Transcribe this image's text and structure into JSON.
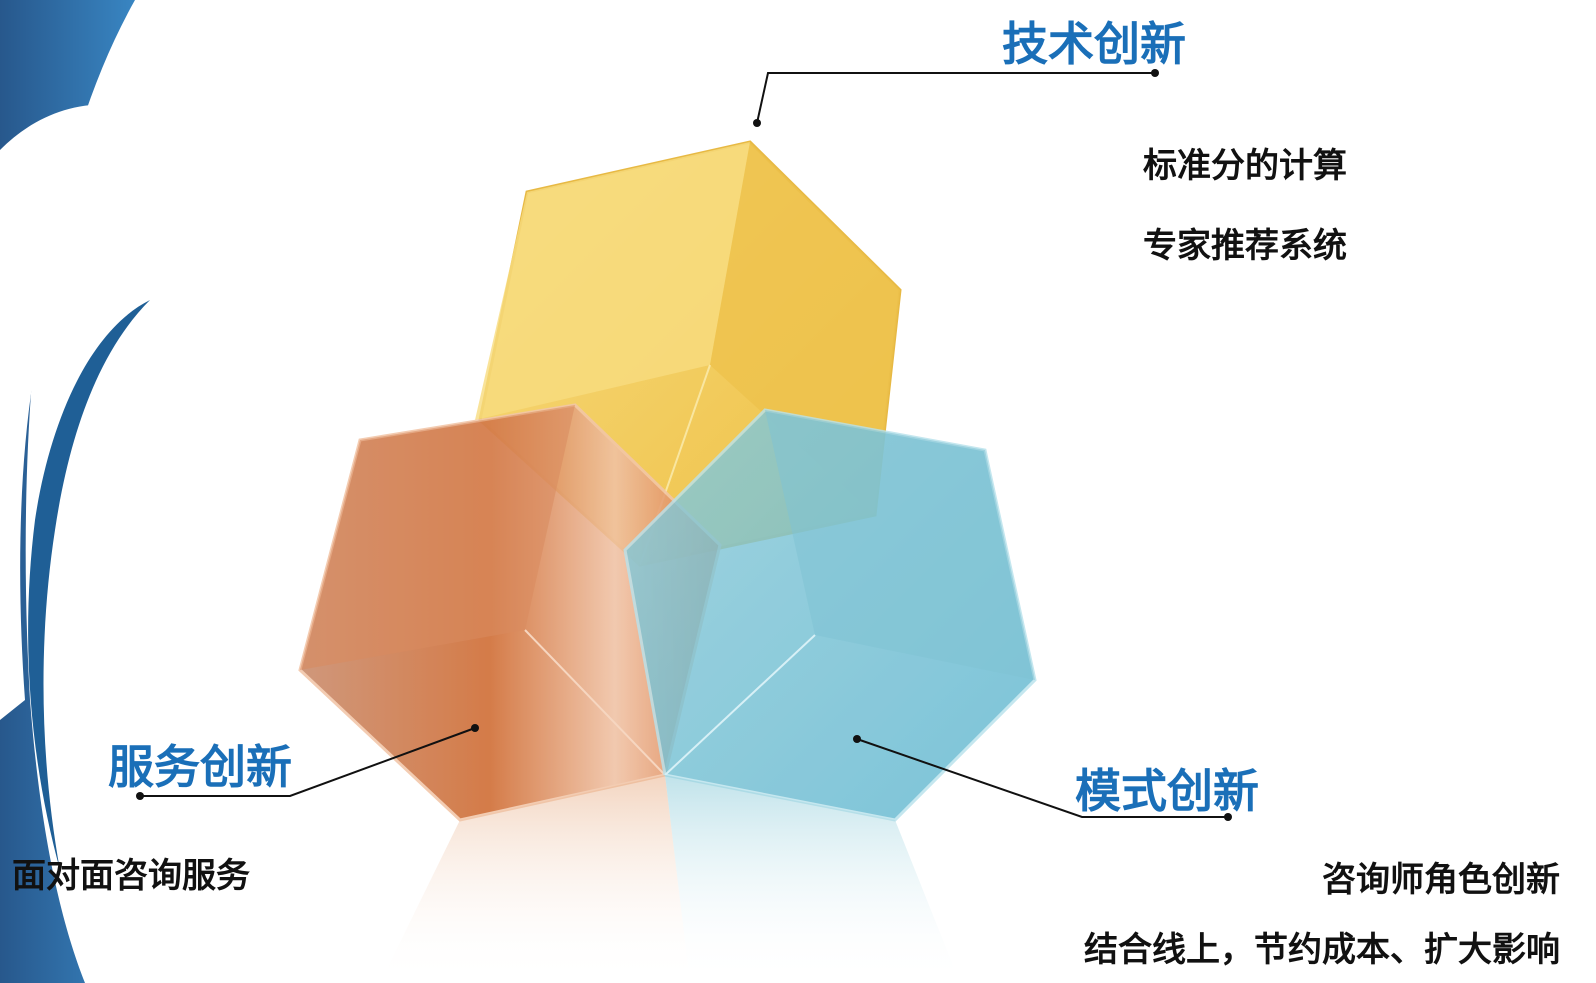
{
  "sections": {
    "tech": {
      "title": "技术创新",
      "items": [
        "标准分的计算",
        "专家推荐系统"
      ]
    },
    "service": {
      "title": "服务创新",
      "items": [
        "面对面咨询服务"
      ]
    },
    "mode": {
      "title": "模式创新",
      "items": [
        "咨询师角色创新",
        "结合线上，节约成本、扩大影响"
      ]
    }
  },
  "colors": {
    "heading": "#1a6fb8",
    "text": "#111111",
    "swoosh": "#1f5f96",
    "cube_tech": "#f2c44a",
    "cube_service": "#d9733a",
    "cube_mode": "#6cc0d6"
  },
  "icons": [
    "decorative-swoosh",
    "cube-cluster",
    "connector-line"
  ]
}
